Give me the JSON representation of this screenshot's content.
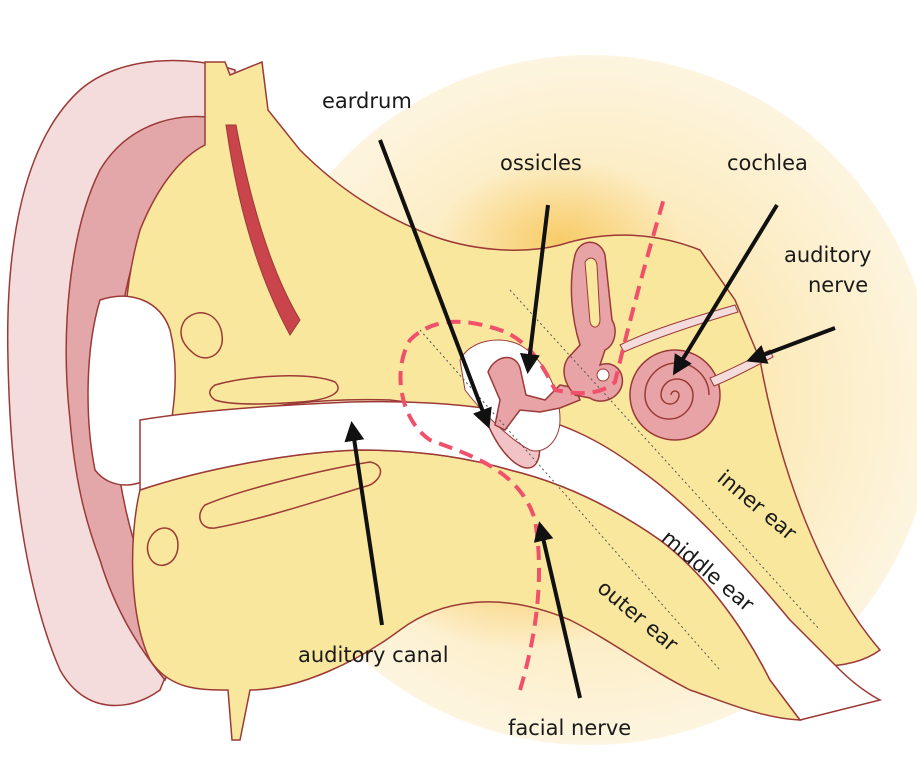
{
  "labels": {
    "eardrum": "eardrum",
    "ossicles": "ossicles",
    "cochlea": "cochlea",
    "auditory_nerve_line1": "auditory",
    "auditory_nerve_line2": "nerve",
    "auditory_canal": "auditory canal",
    "facial_nerve": "facial nerve",
    "inner_ear": "inner ear",
    "middle_ear": "middle ear",
    "outer_ear": "outer ear"
  },
  "colors": {
    "background": "#ffffff",
    "glow": "#f7c64a",
    "tissue": "#f9e79e",
    "outline": "#9b3a36",
    "pinna_light": "#f5dcdc",
    "pinna_dark": "#e3a7aa",
    "inner_organ": "#e8a3a6",
    "dashed_boundary": "#f0506a",
    "arrow": "#111111"
  }
}
